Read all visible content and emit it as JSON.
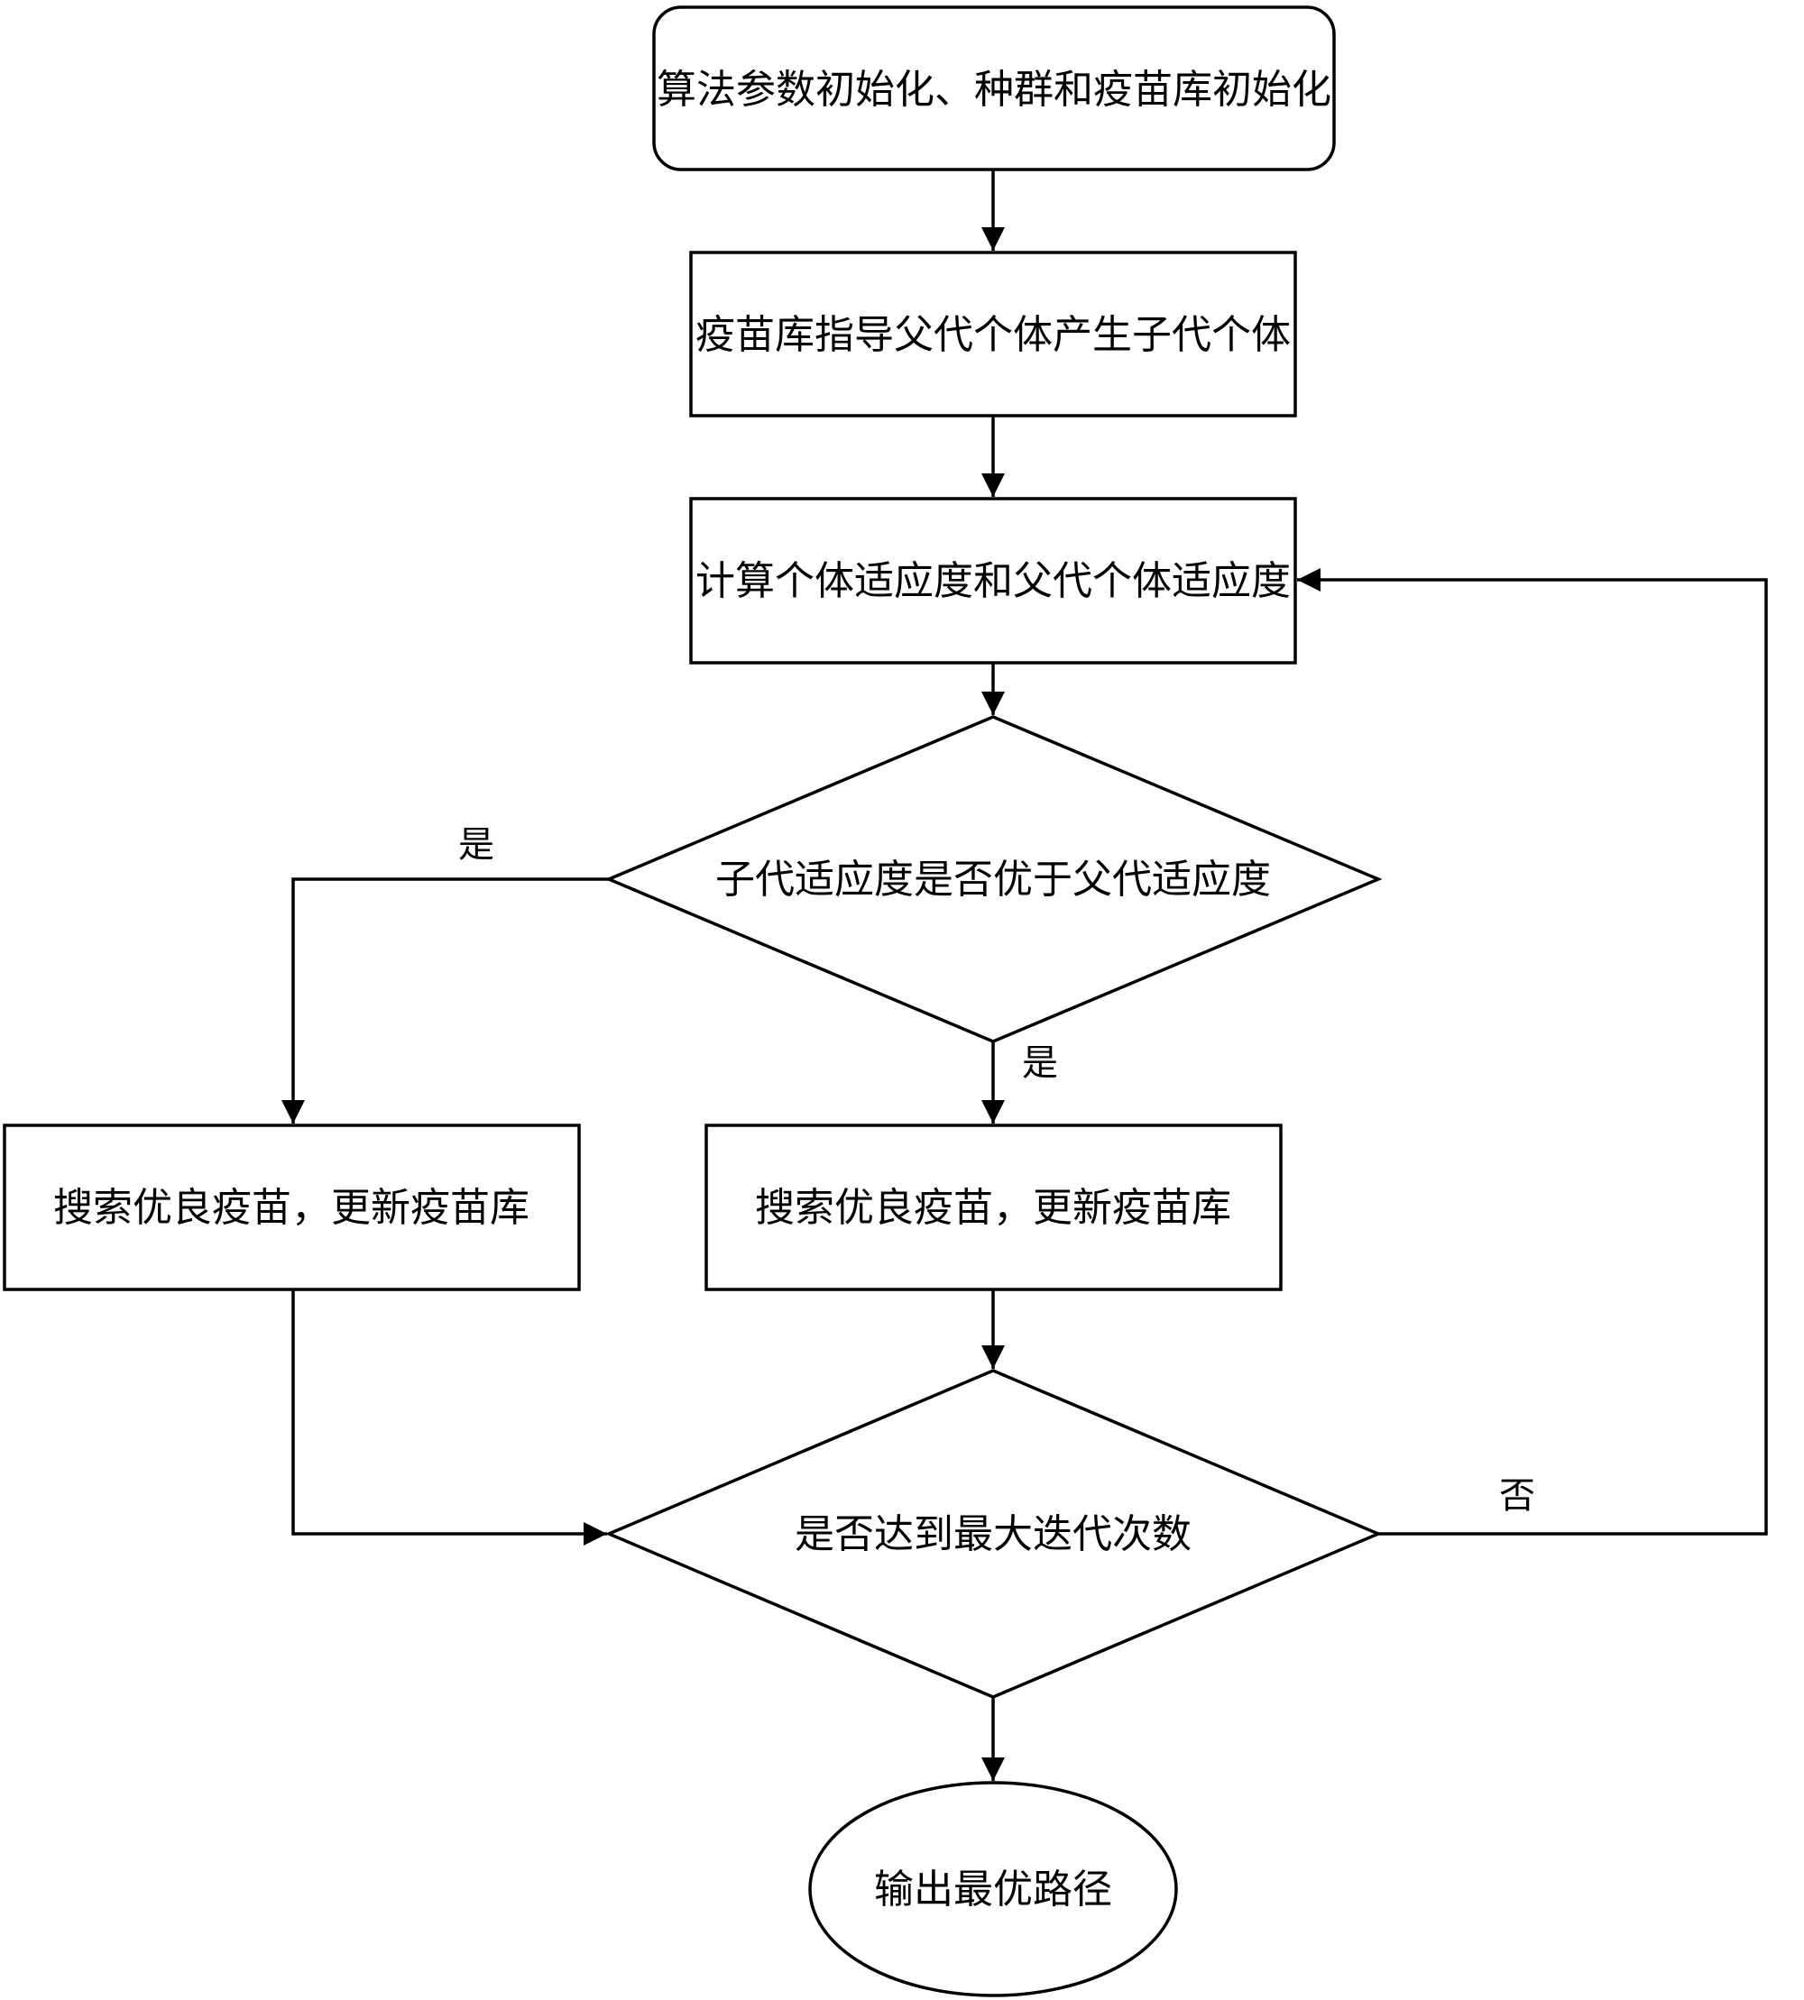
{
  "nodes": {
    "init": "算法参数初始化、种群和疫苗库初始化",
    "guide": "疫苗库指导父代个体产生子代个体",
    "compute": "计算个体适应度和父代个体适应度",
    "compare": "子代适应度是否优于父代适应度",
    "update_left": "搜索优良疫苗，更新疫苗库",
    "update_right": "搜索优良疫苗，更新疫苗库",
    "max_iter": "是否达到最大迭代次数",
    "output": "输出最优路径"
  },
  "edge_labels": {
    "compare_left_yes": "是",
    "compare_down_yes": "是",
    "max_iter_no": "否"
  }
}
